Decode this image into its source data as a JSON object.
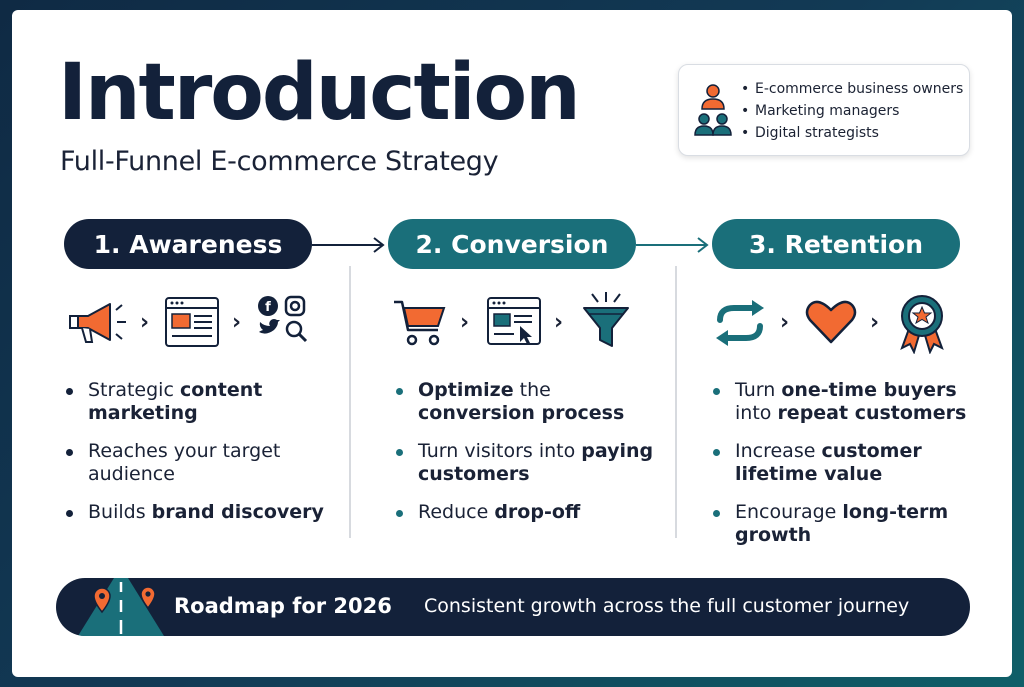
{
  "header": {
    "title": "Introduction",
    "subtitle": "Full-Funnel E-commerce Strategy"
  },
  "audience": {
    "icon": "people-icon",
    "items": [
      "E-commerce business owners",
      "Marketing managers",
      "Digital strategists"
    ]
  },
  "stages": [
    {
      "label": "1. Awareness",
      "icons": [
        "megaphone-icon",
        "webpage-icon",
        "social-media-icons"
      ],
      "bullets": [
        {
          "plain1": "Strategic ",
          "bold": "content marketing",
          "plain2": ""
        },
        {
          "plain1": "Reaches your target audience",
          "bold": "",
          "plain2": ""
        },
        {
          "plain1": "Builds ",
          "bold": "brand discovery",
          "plain2": ""
        }
      ]
    },
    {
      "label": "2. Conversion",
      "icons": [
        "cart-icon",
        "browser-cursor-icon",
        "funnel-icon"
      ],
      "bullets": [
        {
          "plain1": "",
          "bold": "Optimize",
          "plain2": " the"
        },
        {
          "plain1": "Turn visitors into ",
          "bold": "paying customers",
          "plain2": ""
        },
        {
          "plain1": "Reduce ",
          "bold": "drop-off",
          "plain2": ""
        }
      ],
      "bullet1_line2": "conversion process"
    },
    {
      "label": "3. Retention",
      "icons": [
        "repeat-icon",
        "heart-icon",
        "award-badge-icon"
      ],
      "bullets": [
        {
          "plain1": "Turn ",
          "bold": "one-time buyers",
          "plain2": ""
        },
        {
          "plain1": "Increase ",
          "bold": "customer lifetime value",
          "plain2": ""
        },
        {
          "plain1": "Encourage ",
          "bold": "long-term",
          "plain2": ""
        }
      ],
      "bullet1_line2_plain": "into ",
      "bullet1_line2_bold": "repeat customers",
      "bullet3_line2": "growth"
    }
  ],
  "roadmap": {
    "title": "Roadmap for 2026",
    "text": "Consistent growth across the full customer journey"
  },
  "colors": {
    "navy": "#13213a",
    "teal": "#1a6f7a",
    "orange": "#f26a32"
  }
}
